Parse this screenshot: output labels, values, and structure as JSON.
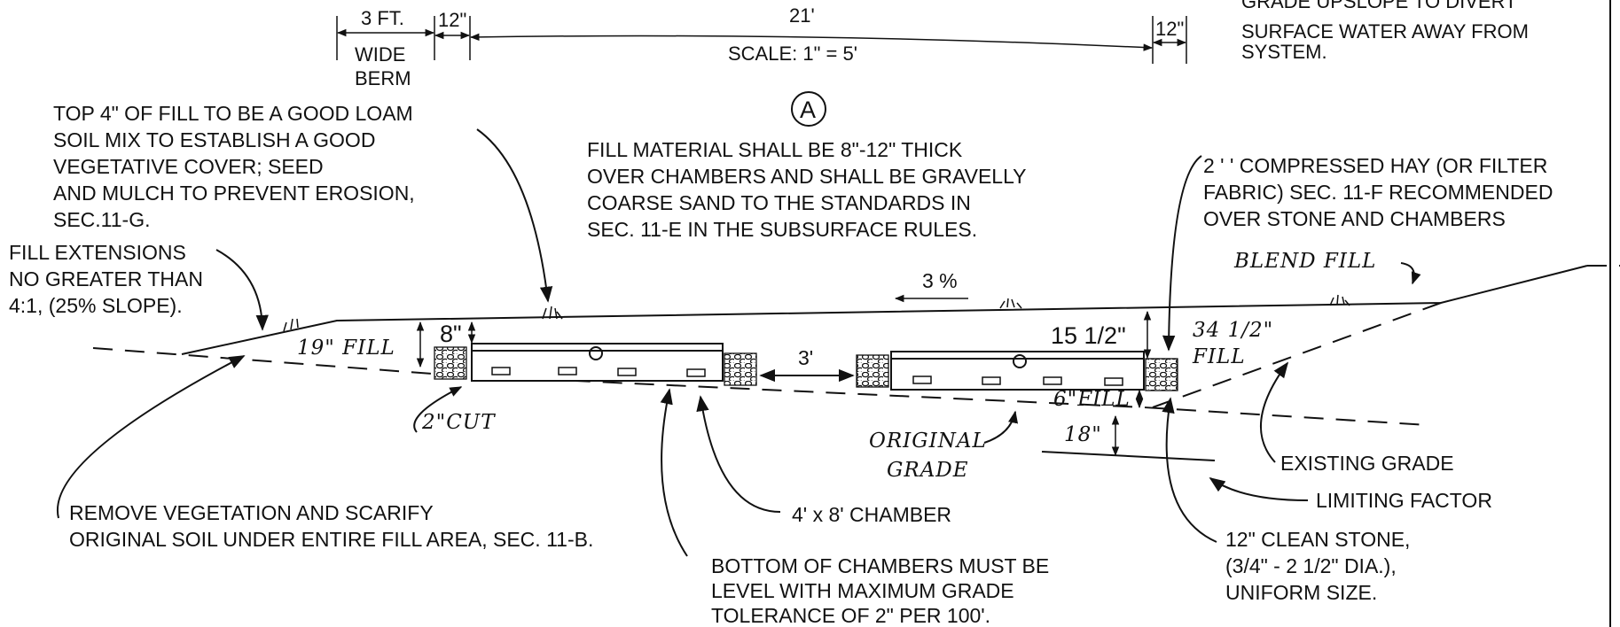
{
  "dims": {
    "berm_width": "3 FT.",
    "berm_label_1": "WIDE",
    "berm_label_2": "BERM",
    "left_12": "12\"",
    "span_21": "21'",
    "right_12": "12\"",
    "scale": "SCALE: 1\" = 5'"
  },
  "top_right_note": {
    "line1": "GRADE UPSLOPE TO DIVERT",
    "line2": "SURFACE WATER AWAY FROM",
    "line3": "SYSTEM."
  },
  "section_marker": "A",
  "loam_note": {
    "line1": "TOP 4\" OF FILL TO BE A GOOD LOAM",
    "line2": "SOIL MIX TO ESTABLISH A GOOD",
    "line3": "VEGETATIVE COVER; SEED",
    "line4": "AND MULCH TO PREVENT EROSION,",
    "line5": "SEC.11-G."
  },
  "fill_material_note": {
    "line1": "FILL MATERIAL SHALL BE 8\"-12\" THICK",
    "line2": "OVER CHAMBERS AND SHALL BE GRAVELLY",
    "line3": "COARSE SAND TO THE STANDARDS IN",
    "line4": "SEC. 11-E IN THE SUBSURFACE RULES."
  },
  "hay_note": {
    "line1": "2 ' '  COMPRESSED HAY (OR FILTER",
    "line2": "FABRIC) SEC. 11-F  RECOMMENDED",
    "line3": "OVER STONE AND CHAMBERS"
  },
  "extensions_note": {
    "line1": "FILL EXTENSIONS",
    "line2": "NO GREATER THAN",
    "line3": "4:1, (25% SLOPE)."
  },
  "handwritten": {
    "blend_fill": "BLEND FILL",
    "fill_19": "19\" FILL",
    "cut_2": "2\"CUT",
    "original": "ORIGINAL",
    "grade": "GRADE",
    "fill_6": "6\"FILL",
    "depth_18": "18\"",
    "fill_34_a": "34 1/2\"",
    "fill_34_b": "FILL"
  },
  "slope": "3 %",
  "cover_8": "8\"",
  "cover_15": "15 1/2\"",
  "chamber_gap": "3'",
  "labels": {
    "existing_grade": "EXISTING GRADE",
    "limiting_factor": "LIMITING FACTOR",
    "chamber": "4' x 8' CHAMBER"
  },
  "vegetation_note": {
    "line1": "REMOVE VEGETATION AND SCARIFY",
    "line2": "ORIGINAL SOIL UNDER ENTIRE FILL AREA, SEC. 11-B."
  },
  "chamber_level_note": {
    "line1": "BOTTOM OF CHAMBERS MUST BE",
    "line2": "LEVEL WITH MAXIMUM GRADE",
    "line3": "TOLERANCE OF 2\" PER 100'."
  },
  "stone_note": {
    "line1": "12\" CLEAN STONE,",
    "line2": "(3/4\" - 2 1/2\" DIA.),",
    "line3": "UNIFORM SIZE."
  }
}
